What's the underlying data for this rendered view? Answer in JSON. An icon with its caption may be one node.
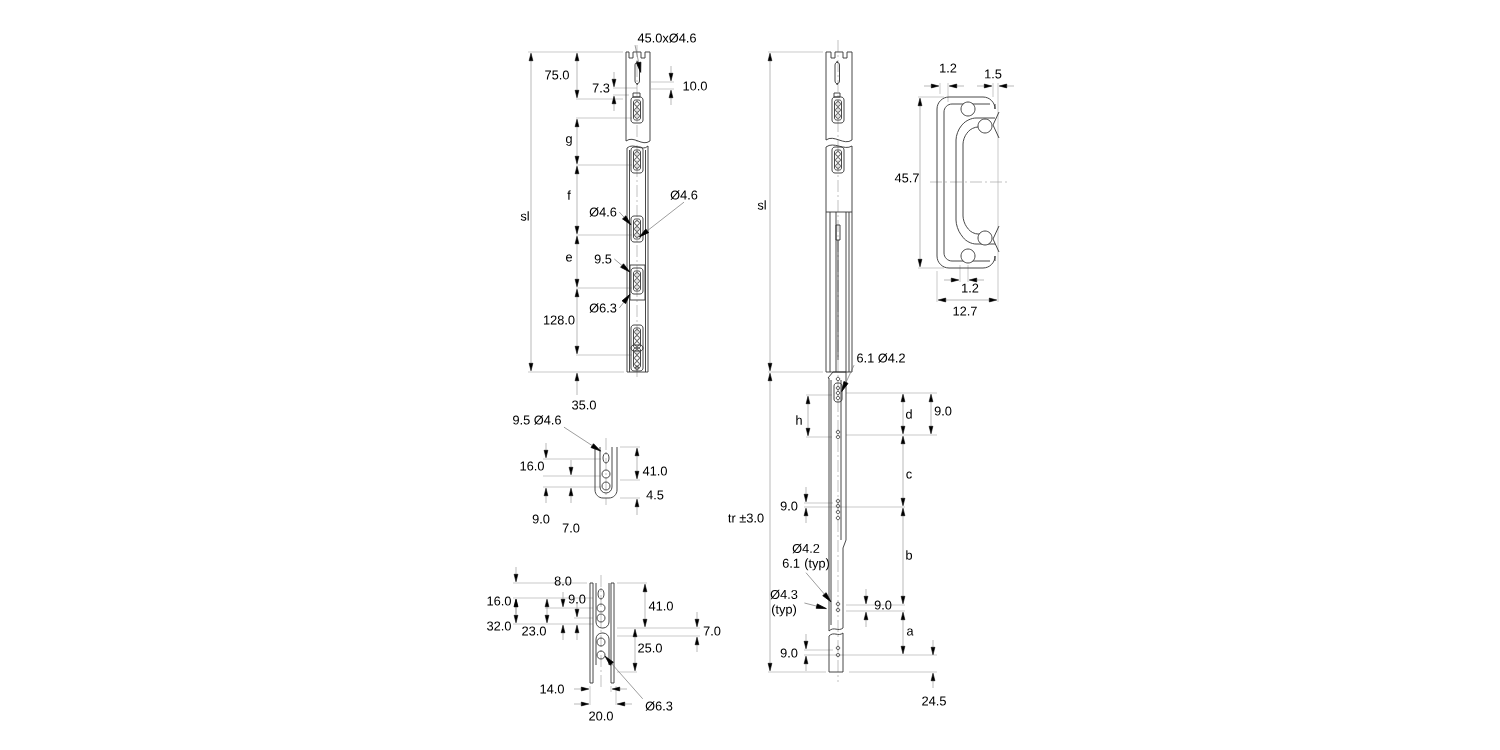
{
  "diagram": {
    "nodes": [
      {
        "text": [
          "45.0xØ4.6"
        ]
      },
      {
        "text": [
          "Ø4.6"
        ]
      },
      {
        "text": [
          "Ø4.6"
        ]
      },
      {
        "text": [
          "9.5"
        ]
      },
      {
        "text": [
          "Ø6.3"
        ]
      },
      {
        "text": [
          "6.1 Ø4.2"
        ]
      },
      {
        "text": [
          "9.5 Ø4.6"
        ]
      },
      {
        "text": [
          "Ø4.2 6.1 (typ)"
        ]
      },
      {
        "text": [
          "Ø4.3 (typ)"
        ]
      },
      {
        "text": [
          "Ø6.3"
        ]
      },
      {
        "text": [],
        "shape": "picture"
      },
      {
        "text": [],
        "shape": "picture"
      },
      {
        "text": [],
        "shape": "picture"
      },
      {
        "text": [],
        "shape": "picture"
      }
    ],
    "edges": [
      {
        "from": 0,
        "to": 10,
        "arrow": "to"
      },
      {
        "from": 1,
        "to": 10,
        "arrow": "to"
      },
      {
        "from": 2,
        "to": 10,
        "arrow": "to"
      },
      {
        "from": 3,
        "to": 10,
        "arrow": "to"
      },
      {
        "from": 4,
        "to": 10,
        "arrow": "to"
      },
      {
        "from": 5,
        "to": 11,
        "arrow": "to"
      },
      {
        "from": 6,
        "to": 12,
        "arrow": "to"
      },
      {
        "from": 7,
        "to": 11,
        "arrow": "to"
      },
      {
        "from": 8,
        "to": 11,
        "arrow": "to"
      },
      {
        "from": 9,
        "to": 13,
        "arrow": "to"
      }
    ],
    "labels": [
      "75.0",
      "7.3",
      "10.0",
      "g",
      "f",
      "sl",
      "e",
      "128.0",
      "35.0",
      "sl",
      "1.2",
      "1.5",
      "45.7",
      "1.2",
      "12.7",
      "h",
      "d",
      "9.0",
      "16.0",
      "41.0",
      "c",
      "4.5",
      "9.0",
      "7.0",
      "tr ±3.0",
      "9.0",
      "b",
      "8.0",
      "16.0",
      "9.0",
      "41.0",
      "9.0",
      "32.0",
      "23.0",
      "7.0",
      "a",
      "25.0",
      "9.0",
      "14.0",
      "24.5",
      "20.0"
    ]
  }
}
